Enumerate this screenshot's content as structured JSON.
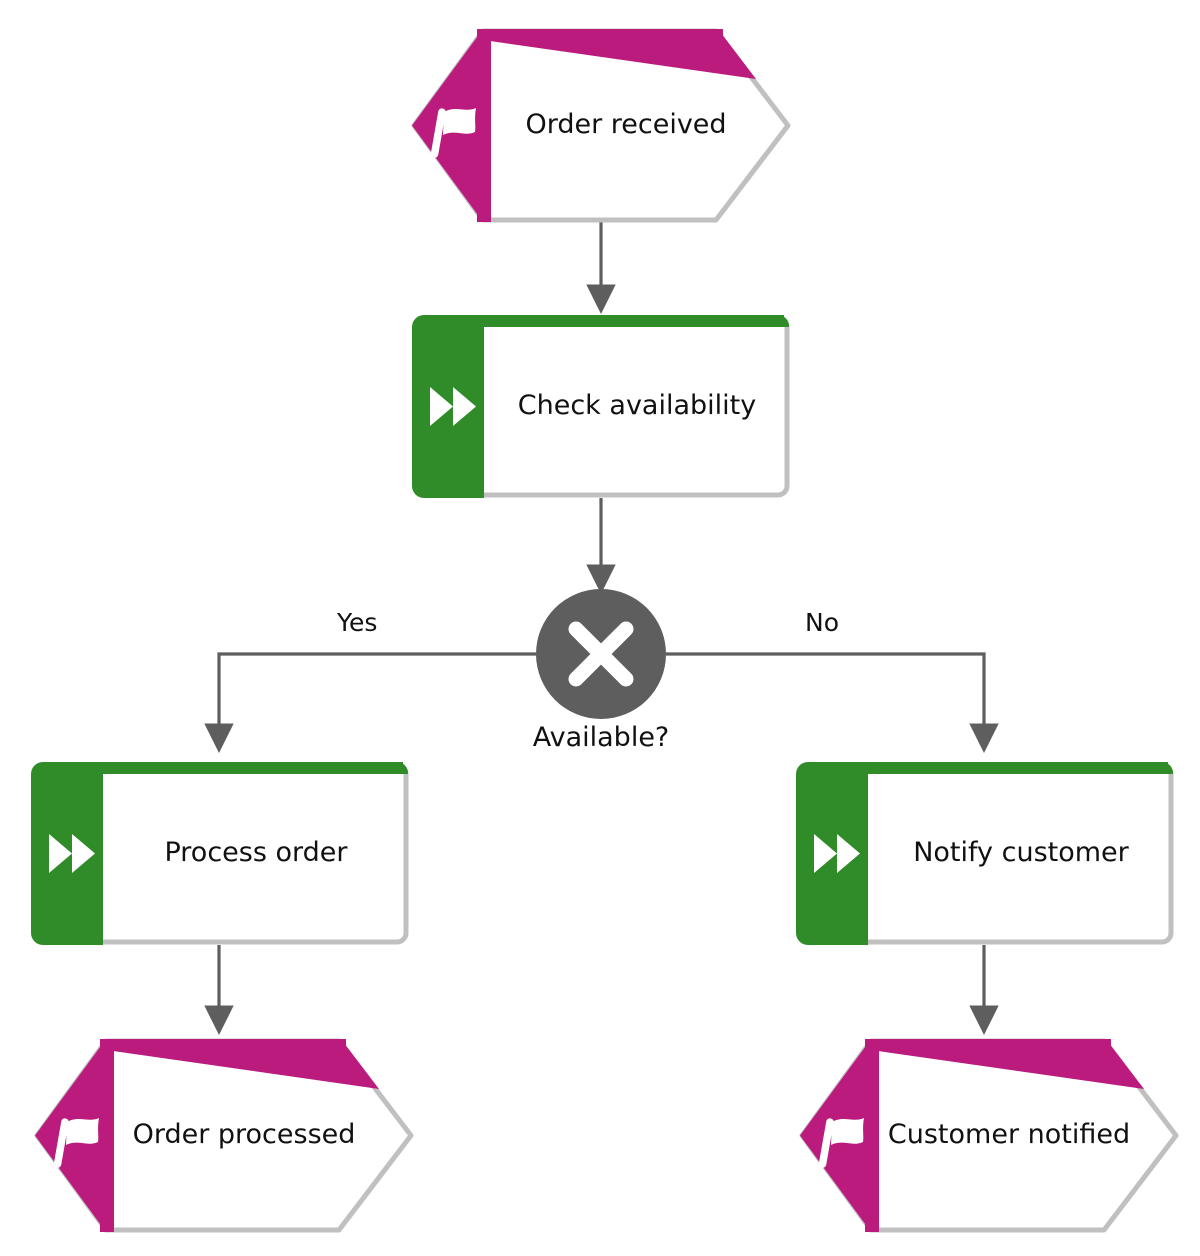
{
  "diagram": {
    "type": "bpmn-flowchart",
    "background": "#ffffff",
    "colors": {
      "event_accent": "#bb1b7d",
      "task_accent": "#2f8c28",
      "gateway_fill": "#5e5e5e",
      "shape_border": "#c0c0c0",
      "connector": "#5e5e5e",
      "shape_fill": "#ffffff",
      "text": "#111111"
    },
    "nodes": [
      {
        "id": "order-received",
        "kind": "start-event",
        "label": "Order received",
        "icon": "flag-icon",
        "accent": "#bb1b7d"
      },
      {
        "id": "check-availability",
        "kind": "task",
        "label": "Check availability",
        "icon": "double-chevron-icon",
        "accent": "#2f8c28"
      },
      {
        "id": "available-gateway",
        "kind": "exclusive-gateway",
        "label": "Available?",
        "icon": "x-cross-icon",
        "accent": "#5e5e5e"
      },
      {
        "id": "process-order",
        "kind": "task",
        "label": "Process order",
        "icon": "double-chevron-icon",
        "accent": "#2f8c28"
      },
      {
        "id": "notify-customer",
        "kind": "task",
        "label": "Notify customer",
        "icon": "double-chevron-icon",
        "accent": "#2f8c28"
      },
      {
        "id": "order-processed",
        "kind": "end-event",
        "label": "Order processed",
        "icon": "flag-icon",
        "accent": "#bb1b7d"
      },
      {
        "id": "customer-notified",
        "kind": "end-event",
        "label": "Customer notified",
        "icon": "flag-icon",
        "accent": "#bb1b7d"
      }
    ],
    "edges": [
      {
        "id": "e1",
        "from": "order-received",
        "to": "check-availability",
        "label": ""
      },
      {
        "id": "e2",
        "from": "check-availability",
        "to": "available-gateway",
        "label": ""
      },
      {
        "id": "e3",
        "from": "available-gateway",
        "to": "process-order",
        "label": "Yes"
      },
      {
        "id": "e4",
        "from": "available-gateway",
        "to": "notify-customer",
        "label": "No"
      },
      {
        "id": "e5",
        "from": "process-order",
        "to": "order-processed",
        "label": ""
      },
      {
        "id": "e6",
        "from": "notify-customer",
        "to": "customer-notified",
        "label": ""
      }
    ]
  }
}
